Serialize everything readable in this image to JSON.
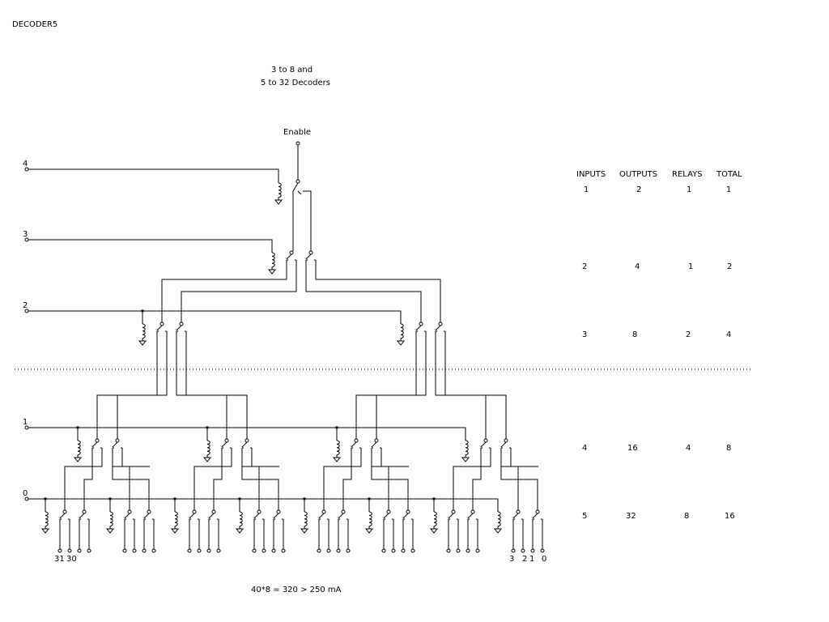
{
  "page_label": "DECODER5",
  "title_lines": [
    "3 to 8 and",
    "5 to 32 Decoders"
  ],
  "enable_label": "Enable",
  "input_labels": [
    "4",
    "3",
    "2",
    "1",
    "0"
  ],
  "table": {
    "headers": [
      "INPUTS",
      "OUTPUTS",
      "RELAYS",
      "TOTAL"
    ],
    "rows": [
      [
        "1",
        "2",
        "1",
        "1"
      ],
      [
        "2",
        "4",
        "1",
        "2"
      ],
      [
        "3",
        "8",
        "2",
        "4"
      ],
      [
        "4",
        "16",
        "4",
        "8"
      ],
      [
        "5",
        "32",
        "8",
        "16"
      ]
    ]
  },
  "output_labels": {
    "left": [
      "31",
      "30"
    ],
    "right": [
      "3",
      "2",
      "1",
      "0"
    ]
  },
  "footnote": "40*8 = 320 > 250 mA"
}
